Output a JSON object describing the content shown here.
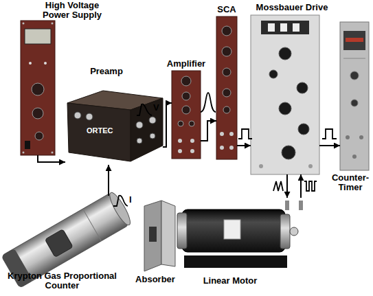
{
  "diagram": {
    "nodes": [
      {
        "text": [
          "High Voltage Power Supply"
        ]
      },
      {
        "text": [
          "Preamp"
        ]
      },
      {
        "text": [
          "Amplifier"
        ]
      },
      {
        "text": [
          "SCA"
        ]
      },
      {
        "text": [
          "Mossbauer Drive"
        ]
      },
      {
        "text": [
          "Counter-Timer"
        ]
      },
      {
        "text": [
          "Krypton Gas Proportional Counter"
        ]
      },
      {
        "text": [
          "Absorber"
        ]
      },
      {
        "text": [
          "Linear Motor"
        ]
      }
    ],
    "edges": [
      {
        "from": 0,
        "to": 1,
        "arrow": "to"
      },
      {
        "from": 6,
        "to": 1,
        "arrow": "to"
      },
      {
        "from": 1,
        "to": 2,
        "arrow": "to"
      },
      {
        "from": 2,
        "to": 3,
        "arrow": "to"
      },
      {
        "from": 3,
        "to": 4,
        "arrow": "to"
      },
      {
        "from": 4,
        "to": 5,
        "arrow": "to"
      },
      {
        "from": 4,
        "to": 8,
        "arrow": "to"
      },
      {
        "from": 8,
        "to": 4,
        "arrow": "to"
      }
    ],
    "labels": [
      "ORTEC",
      "V",
      "I"
    ]
  }
}
